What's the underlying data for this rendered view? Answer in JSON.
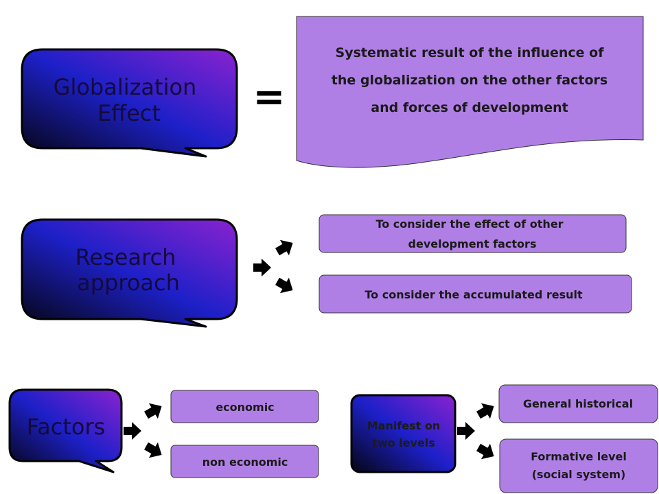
{
  "colors": {
    "box_fill": "#b07fe6",
    "gradient_dark": "#050512",
    "gradient_blue": "#1d20c8",
    "gradient_violet": "#8a22d0",
    "arrow": "#000000"
  },
  "bubbles": {
    "globalization": {
      "line1": "Globalization",
      "line2": "Effect"
    },
    "research": {
      "line1": "Research",
      "line2": "approach"
    },
    "factors": {
      "label": "Factors"
    },
    "manifest": {
      "line1": "Manifest on",
      "line2": "two levels"
    }
  },
  "equals_sign": "=",
  "definition": {
    "line1": "Systematic result of the influence of",
    "line2": "the globalization on the other factors",
    "line3": "and forces of development"
  },
  "research_items": {
    "item1": {
      "line1": "To consider the effect of other",
      "line2": "development factors"
    },
    "item2": {
      "line1": "To consider the accumulated result"
    }
  },
  "factor_items": {
    "economic": "economic",
    "non_economic": "non economic"
  },
  "level_items": {
    "general": "General historical",
    "formative": {
      "line1": "Formative level",
      "line2": "(social system)"
    }
  }
}
